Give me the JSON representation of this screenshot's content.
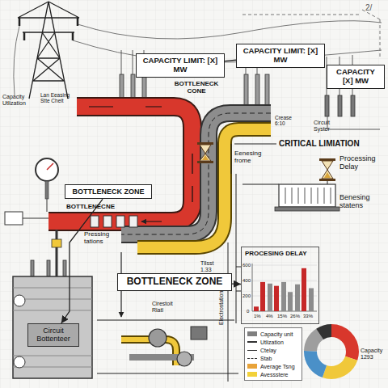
{
  "diagram": {
    "nodes": [
      {
        "text": [
          "CAPACITY LIMIT: [X] MW"
        ]
      },
      {
        "text": [
          "CAPACITY LIMIT: [X] MW"
        ]
      },
      {
        "text": [
          "CAPACITY [X] MW"
        ]
      },
      {
        "text": [
          "BOTTLENECK ZONE"
        ]
      },
      {
        "text": [
          "BOTTLENECK ZONE"
        ]
      },
      {
        "text": [
          "Circuit Bottenteer"
        ]
      },
      {
        "text": [
          "PROCESING DELAY"
        ]
      }
    ],
    "edges": [
      {
        "from": 0,
        "to": 1,
        "arrow": "none"
      },
      {
        "from": 3,
        "to": 5,
        "arrow": "to"
      },
      {
        "from": 4,
        "to": 6,
        "arrow": "to"
      }
    ],
    "labels": [
      "2/",
      "Capacity Utlization",
      "Lan Eeasing Stte Chelt",
      "BOTTLENECK CONE",
      "Crease 6:10",
      "Circuit Syster",
      "CRITICAL LIMIATION",
      "Eenesing frome",
      "Processing Delay",
      "BOTTLENECNE",
      "Benesing statens",
      "Pressing tations",
      "Tllsst 1.33",
      "Cirestoit Rlatl",
      "Electrostation",
      "600",
      "400",
      "200",
      "0",
      "1%",
      "4%",
      "15%",
      "26%",
      "33%",
      "Capacity 1293"
    ],
    "legend": [
      {
        "text": "Capacity unit",
        "color": "#7f7f7f"
      },
      {
        "text": "Utlization"
      },
      {
        "text": "Ctelay"
      },
      {
        "text": "Stab"
      },
      {
        "text": "Average Tsng",
        "color": "#e8a33a"
      },
      {
        "text": "Avessstere",
        "color": "#f2d13a"
      }
    ]
  }
}
